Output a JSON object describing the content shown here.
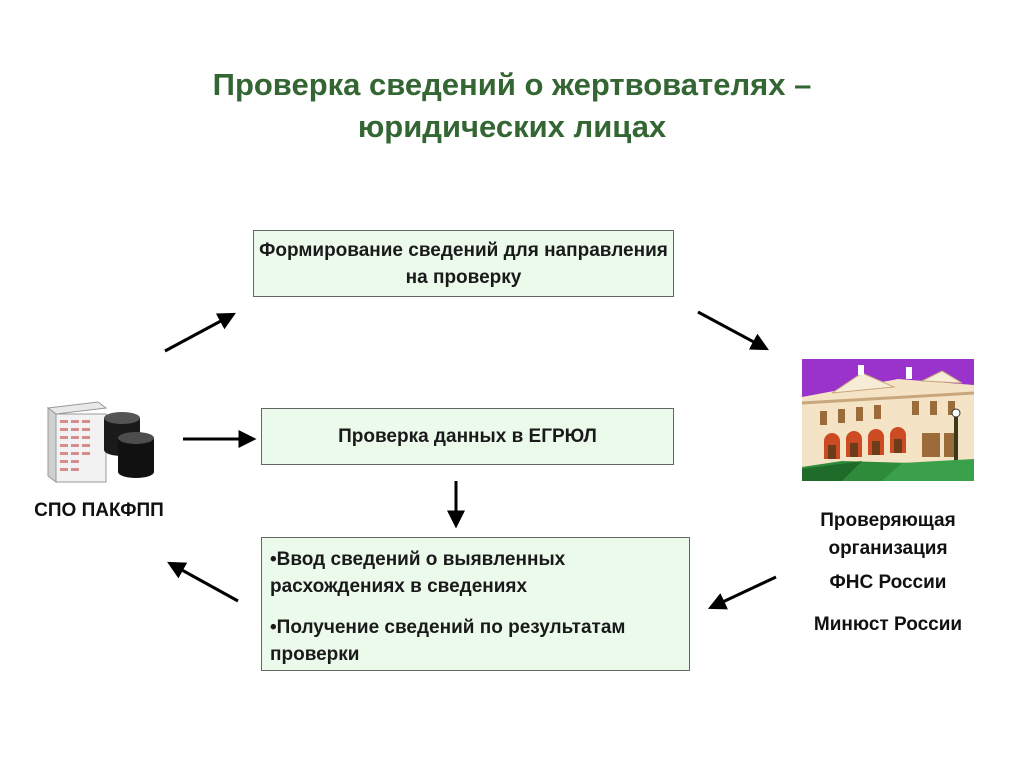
{
  "title": {
    "line1": "Проверка сведений о жертвователях –",
    "line2": "юридических лицах"
  },
  "boxes": {
    "formation": "Формирование сведений для направления на проверку",
    "check_egrul": "Проверка данных в ЕГРЮЛ",
    "bullets": [
      "Ввод сведений о выявленных расхождениях в сведениях",
      "Получение сведений по результатам проверки"
    ]
  },
  "labels": {
    "source_system": "СПО ПАКФПП",
    "checker_line1": "Проверяющая",
    "checker_line2": "организация",
    "fns": "ФНС России",
    "minjust": "Минюст России"
  },
  "icons": {
    "server": "server-database-icon",
    "building": "government-building-icon"
  },
  "colors": {
    "title": "#336633",
    "box_fill": "#ebfaeb",
    "box_border": "#666666",
    "building_sky": "#9933cc"
  }
}
